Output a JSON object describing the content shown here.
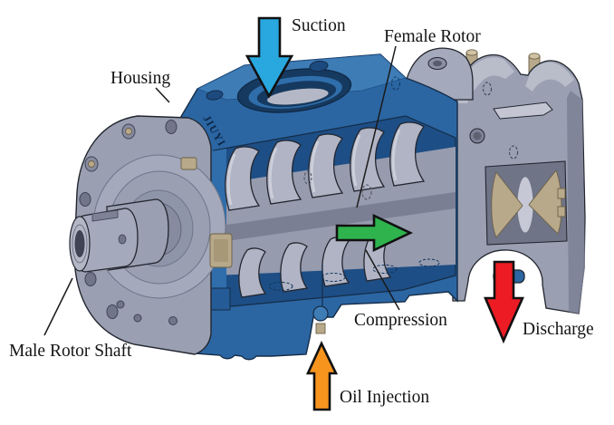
{
  "figure": {
    "type": "cad_cutaway_diagram",
    "background": "#ffffff"
  },
  "labels": {
    "suction": "Suction",
    "female_rotor": "Female Rotor",
    "housing": "Housing",
    "male_rotor_shaft": "Male Rotor Shaft",
    "compression": "Compression",
    "discharge": "Discharge",
    "oil_injection": "Oil Injection"
  },
  "engraving": "JIUYI",
  "arrows": {
    "suction": {
      "color": "#29a8e0",
      "direction": "down"
    },
    "compression": {
      "color": "#2eb34d",
      "direction": "right"
    },
    "discharge": {
      "color": "#ec1b24",
      "direction": "down"
    },
    "oil_injection": {
      "color": "#f7941e",
      "direction": "up"
    }
  },
  "palette": {
    "housing_blue": "#2b66a3",
    "housing_blue_light": "#3e7cb6",
    "housing_blue_dark": "#1d4e85",
    "metal_gray": "#9aa0b2",
    "metal_gray_light": "#b9bdca",
    "metal_gray_dark": "#7d8296",
    "rotor_gray": "#b0b4c4",
    "bearing_tan": "#b7a98a",
    "outline_dark": "#23262f"
  }
}
